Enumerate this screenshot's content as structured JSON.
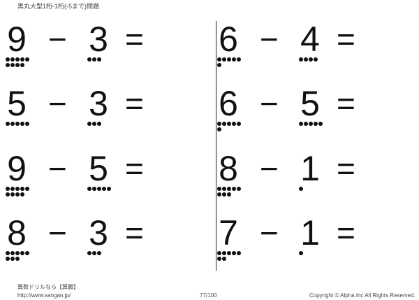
{
  "title": "黒丸大型1桁-1桁(-5まで)問題",
  "operator": "−",
  "equals": "=",
  "problems": [
    {
      "a": "9",
      "b": "3"
    },
    {
      "a": "5",
      "b": "3"
    },
    {
      "a": "9",
      "b": "5"
    },
    {
      "a": "8",
      "b": "3"
    },
    {
      "a": "6",
      "b": "4"
    },
    {
      "a": "6",
      "b": "5"
    },
    {
      "a": "8",
      "b": "1"
    },
    {
      "a": "7",
      "b": "1"
    }
  ],
  "footer": {
    "brand": "算数ドリルなら【算願】",
    "url": "http://www.sangan.jp/",
    "page": "77/100",
    "copyright": "Copyright © Alpha.Inc All Rights Reserved."
  }
}
